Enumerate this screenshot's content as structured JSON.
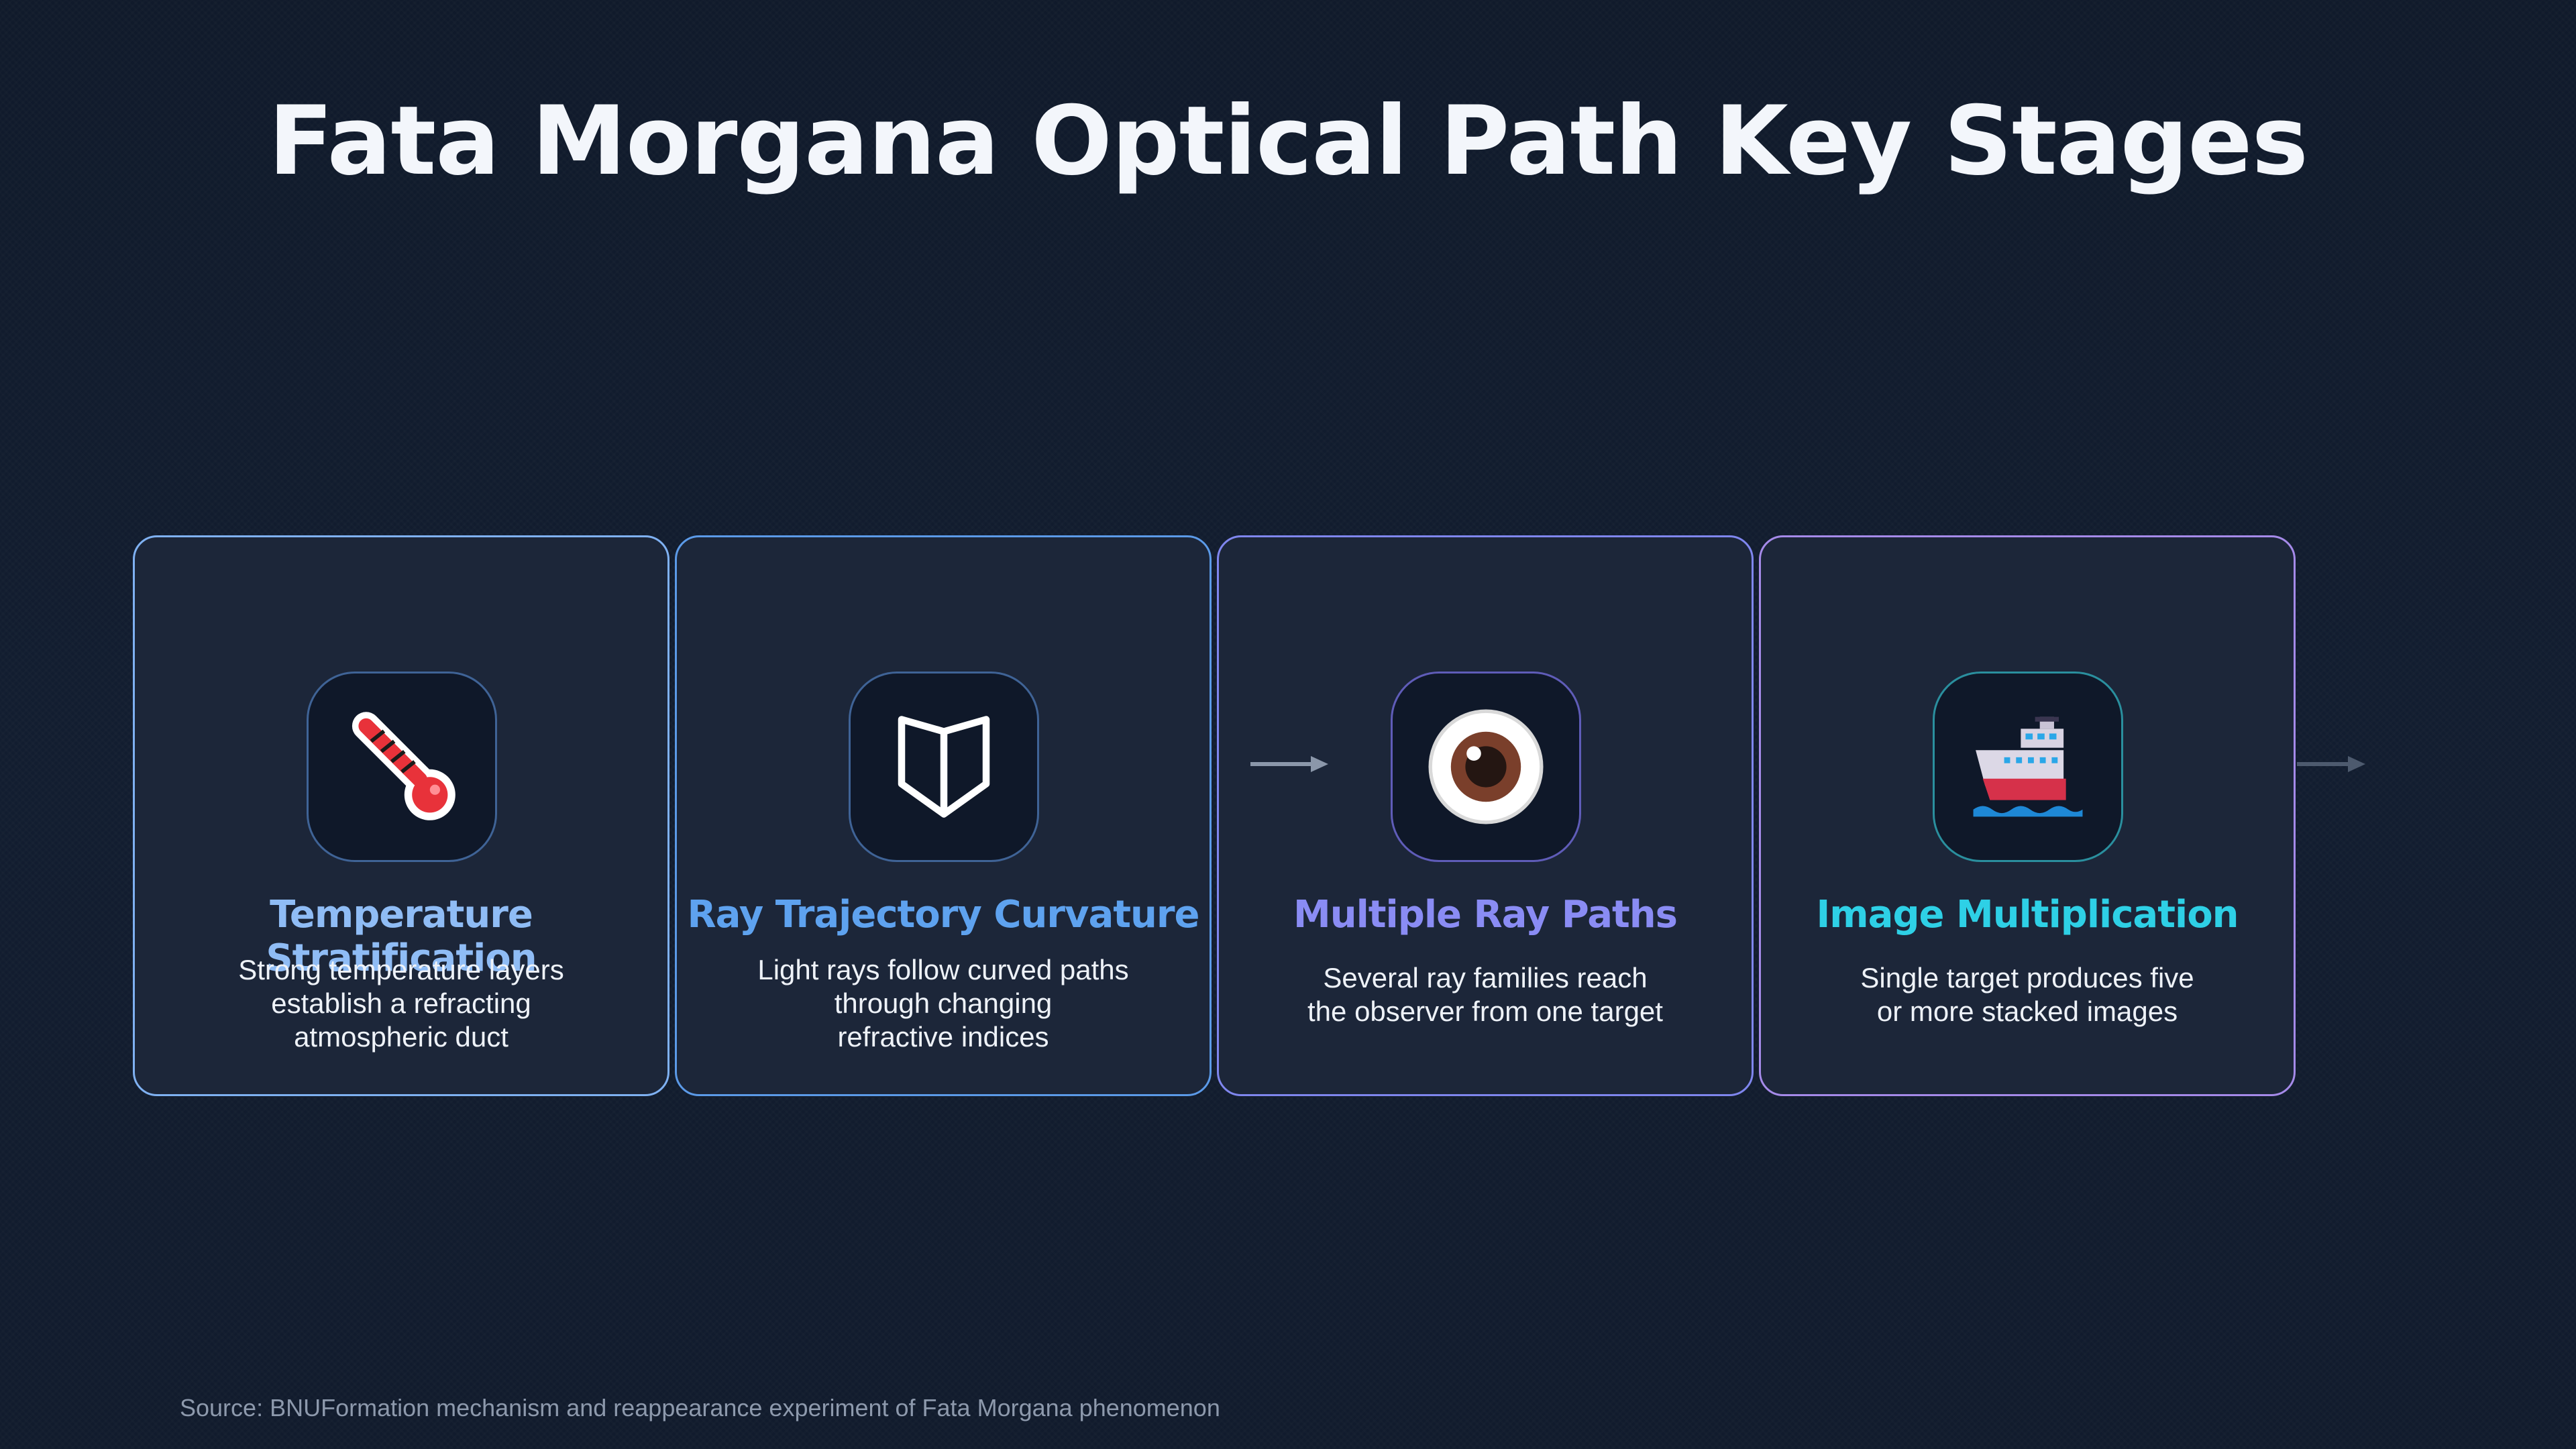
{
  "title": "Fata Morgana Optical Path Key Stages",
  "stages": [
    {
      "title": "Temperature Stratification",
      "description": "Strong temperature layers\nestablish a refracting\natmospheric duct",
      "icon": "thermometer-icon"
    },
    {
      "title": "Ray Trajectory Curvature",
      "description": "Light rays follow curved paths\nthrough changing\nrefractive indices",
      "icon": "prism-icon"
    },
    {
      "title": "Multiple Ray Paths",
      "description": "Several ray families reach\nthe observer from one target",
      "icon": "eye-icon"
    },
    {
      "title": "Image Multiplication",
      "description": "Single target produces five\nor more stacked images",
      "icon": "ship-icon"
    }
  ],
  "source": "Source: BNUFormation mechanism and reappearance experiment of Fata Morgana phenomenon",
  "colors": {
    "background": "#111b2d",
    "card": "#1c2639",
    "stage1": "#8fbcf5",
    "stage2": "#5ea2ef",
    "stage3": "#8a8cf4",
    "stage4": "#2ed0e6"
  }
}
